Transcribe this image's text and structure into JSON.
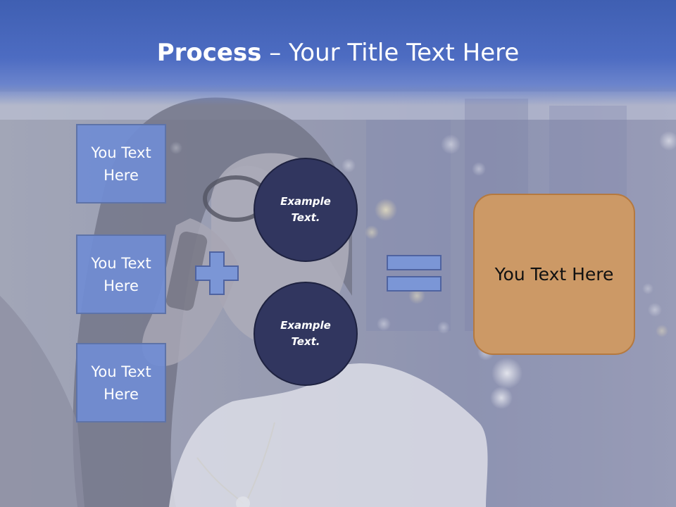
{
  "title": {
    "bold": "Process",
    "rest": " – Your Title Text Here"
  },
  "left_boxes": [
    {
      "label": "You Text Here"
    },
    {
      "label": "You Text Here"
    },
    {
      "label": "You Text Here"
    }
  ],
  "circles": [
    {
      "label": "Example Text."
    },
    {
      "label": "Example Text."
    }
  ],
  "result": {
    "label": "You Text Here"
  },
  "colors": {
    "title_band": "#4d6cc2",
    "left_box_fill": "#708cd4",
    "circle_fill": "#31365f",
    "result_fill": "#cc9966",
    "operator_fill": "#7b96d6"
  },
  "icons": {
    "operator_plus": "plus-icon",
    "operator_equals": "equals-icon"
  }
}
